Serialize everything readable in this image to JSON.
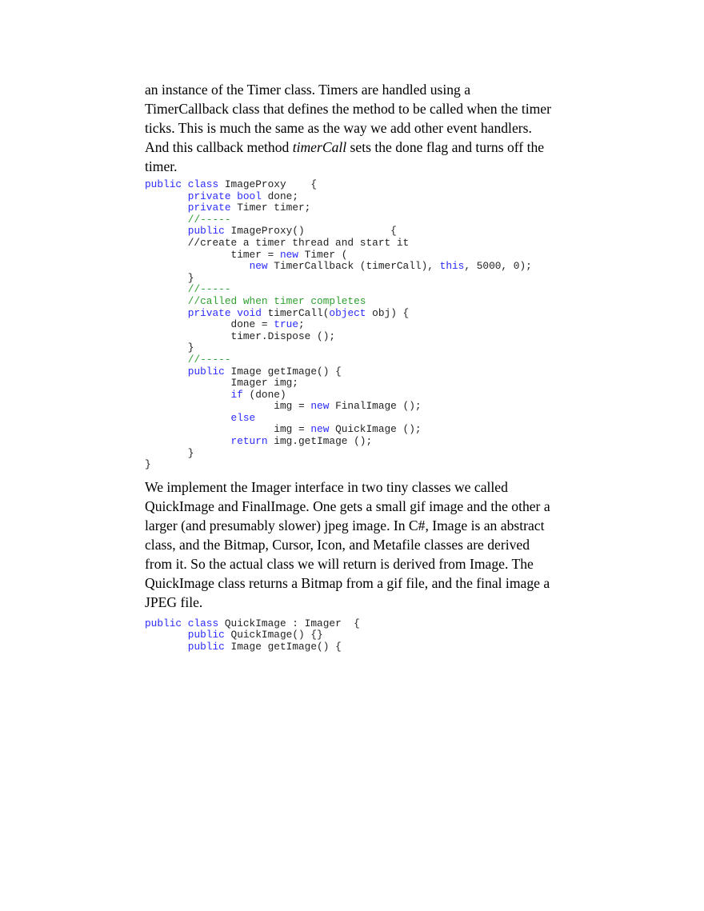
{
  "paragraph1": [
    {
      "text": "an instance of the Timer class. Timers are handled using a TimerCallback class that defines the method to be called when the timer ticks. This is much the same as the way we add other event handlers. And this callback method "
    },
    {
      "text": "timerCall",
      "italic": true
    },
    {
      "text": " sets the done flag and turns off the timer."
    }
  ],
  "code1": [
    [
      [
        "kw",
        "public class"
      ],
      [
        "p",
        " ImageProxy    {"
      ]
    ],
    [
      [
        "p",
        "       "
      ],
      [
        "kw",
        "private bool"
      ],
      [
        "p",
        " done;"
      ]
    ],
    [
      [
        "p",
        "       "
      ],
      [
        "kw",
        "private"
      ],
      [
        "p",
        " Timer timer;"
      ]
    ],
    [
      [
        "p",
        "       "
      ],
      [
        "cm",
        "//-----"
      ]
    ],
    [
      [
        "p",
        "       "
      ],
      [
        "kw",
        "public"
      ],
      [
        "p",
        " ImageProxy()              {"
      ]
    ],
    [
      [
        "p",
        "       //create a timer thread and start it"
      ]
    ],
    [
      [
        "p",
        "              timer = "
      ],
      [
        "kw",
        "new"
      ],
      [
        "p",
        " Timer ("
      ]
    ],
    [
      [
        "p",
        "                 "
      ],
      [
        "kw",
        "new"
      ],
      [
        "p",
        " TimerCallback (timerCall), "
      ],
      [
        "kw",
        "this"
      ],
      [
        "p",
        ", 5000, 0);"
      ]
    ],
    [
      [
        "p",
        "       }"
      ]
    ],
    [
      [
        "p",
        "       "
      ],
      [
        "cm",
        "//-----"
      ]
    ],
    [
      [
        "p",
        "       "
      ],
      [
        "cm",
        "//called when timer completes"
      ]
    ],
    [
      [
        "p",
        "       "
      ],
      [
        "kw",
        "private void"
      ],
      [
        "p",
        " timerCall("
      ],
      [
        "kw",
        "object"
      ],
      [
        "p",
        " obj) {"
      ]
    ],
    [
      [
        "p",
        "              done = "
      ],
      [
        "kw",
        "true"
      ],
      [
        "p",
        ";"
      ]
    ],
    [
      [
        "p",
        "              timer.Dispose ();"
      ]
    ],
    [
      [
        "p",
        "       }"
      ]
    ],
    [
      [
        "p",
        "       "
      ],
      [
        "cm",
        "//-----"
      ]
    ],
    [
      [
        "p",
        "       "
      ],
      [
        "kw",
        "public"
      ],
      [
        "p",
        " Image getImage() {"
      ]
    ],
    [
      [
        "p",
        "              Imager img;"
      ]
    ],
    [
      [
        "p",
        "              "
      ],
      [
        "kw",
        "if"
      ],
      [
        "p",
        " (done)"
      ]
    ],
    [
      [
        "p",
        "                     img = "
      ],
      [
        "kw",
        "new"
      ],
      [
        "p",
        " FinalImage ();"
      ]
    ],
    [
      [
        "p",
        "              "
      ],
      [
        "kw",
        "else"
      ]
    ],
    [
      [
        "p",
        "                     img = "
      ],
      [
        "kw",
        "new"
      ],
      [
        "p",
        " QuickImage ();"
      ]
    ],
    [
      [
        "p",
        "              "
      ],
      [
        "kw",
        "return"
      ],
      [
        "p",
        " img.getImage ();"
      ]
    ],
    [
      [
        "p",
        "       }"
      ]
    ],
    [
      [
        "p",
        "}"
      ]
    ]
  ],
  "paragraph2": [
    {
      "text": "We implement the Imager interface in two tiny classes we called QuickImage and FinalImage. One gets a small gif image and the other a larger (and presumably slower) jpeg image. In C#, Image is an abstract class, and the Bitmap, Cursor, Icon, and Metafile classes are derived from it. So the actual class we will return is derived from Image. The QuickImage class returns a Bitmap from a gif file, and the final image a JPEG file."
    }
  ],
  "code2": [
    [
      [
        "kw",
        "public class"
      ],
      [
        "p",
        " QuickImage : Imager  {"
      ]
    ],
    [
      [
        "p",
        "       "
      ],
      [
        "kw",
        "public"
      ],
      [
        "p",
        " QuickImage() {}"
      ]
    ],
    [
      [
        "p",
        "       "
      ],
      [
        "kw",
        "public"
      ],
      [
        "p",
        " Image getImage() {"
      ]
    ]
  ],
  "colors": {
    "keyword": "#2b2bff",
    "comment": "#2fa02f",
    "text": "#000000"
  }
}
